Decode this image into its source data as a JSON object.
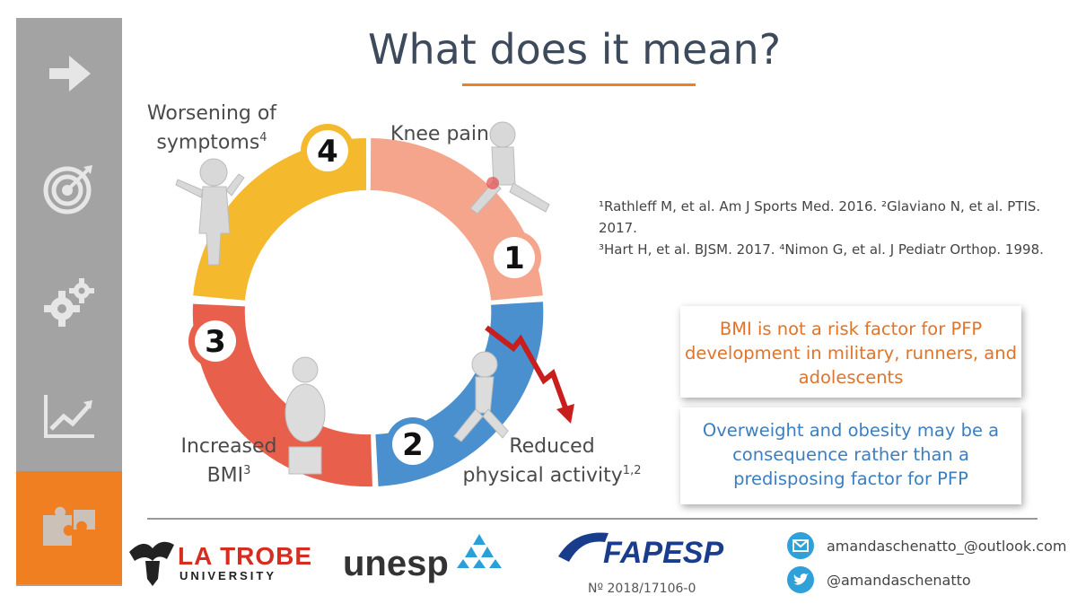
{
  "slide": {
    "title": "What does it mean?"
  },
  "sidebar": {
    "items": [
      {
        "icon": "arrow-right-icon"
      },
      {
        "icon": "target-icon"
      },
      {
        "icon": "gears-icon"
      },
      {
        "icon": "line-chart-icon"
      },
      {
        "icon": "puzzle-icon",
        "active": true
      }
    ]
  },
  "cycle": {
    "steps": [
      {
        "number": "1",
        "label": "Knee pain"
      },
      {
        "number": "2",
        "label_line1": "Reduced",
        "label_line2": "physical activity",
        "sup": "1,2"
      },
      {
        "number": "3",
        "label_line1": "Increased",
        "label_line2": "BMI",
        "sup": "3"
      },
      {
        "number": "4",
        "label_line1": "Worsening of",
        "label_line2": "symptoms",
        "sup": "4"
      }
    ],
    "colors": {
      "step1": "#f4a58b",
      "step2": "#4a90cf",
      "step3": "#e8604c",
      "step4": "#f5b92e"
    }
  },
  "references": {
    "line1": "¹Rathleff M, et al. Am J Sports Med. 2016. ²Glaviano N, et al. PTIS. 2017.",
    "line2": "³Hart H, et al. BJSM. 2017. ⁴Nimon G, et al. J Pediatr Orthop. 1998."
  },
  "boxes": {
    "box1_line1": "BMI is not a risk factor for PFP",
    "box1_line2": "development in military, runners, and",
    "box1_line3": "adolescents",
    "box2_line1": "Overweight and obesity may be a",
    "box2_line2": "consequence rather than a",
    "box2_line3": "predisposing factor for PFP"
  },
  "footer": {
    "latrobe_main": "LA TROBE",
    "latrobe_sub": "UNIVERSITY",
    "unesp": "unesp",
    "fapesp": "FAPESP",
    "grant": "Nº 2018/17106-0",
    "email": "amandaschenatto_@outlook.com",
    "twitter": "@amandaschenatto"
  }
}
